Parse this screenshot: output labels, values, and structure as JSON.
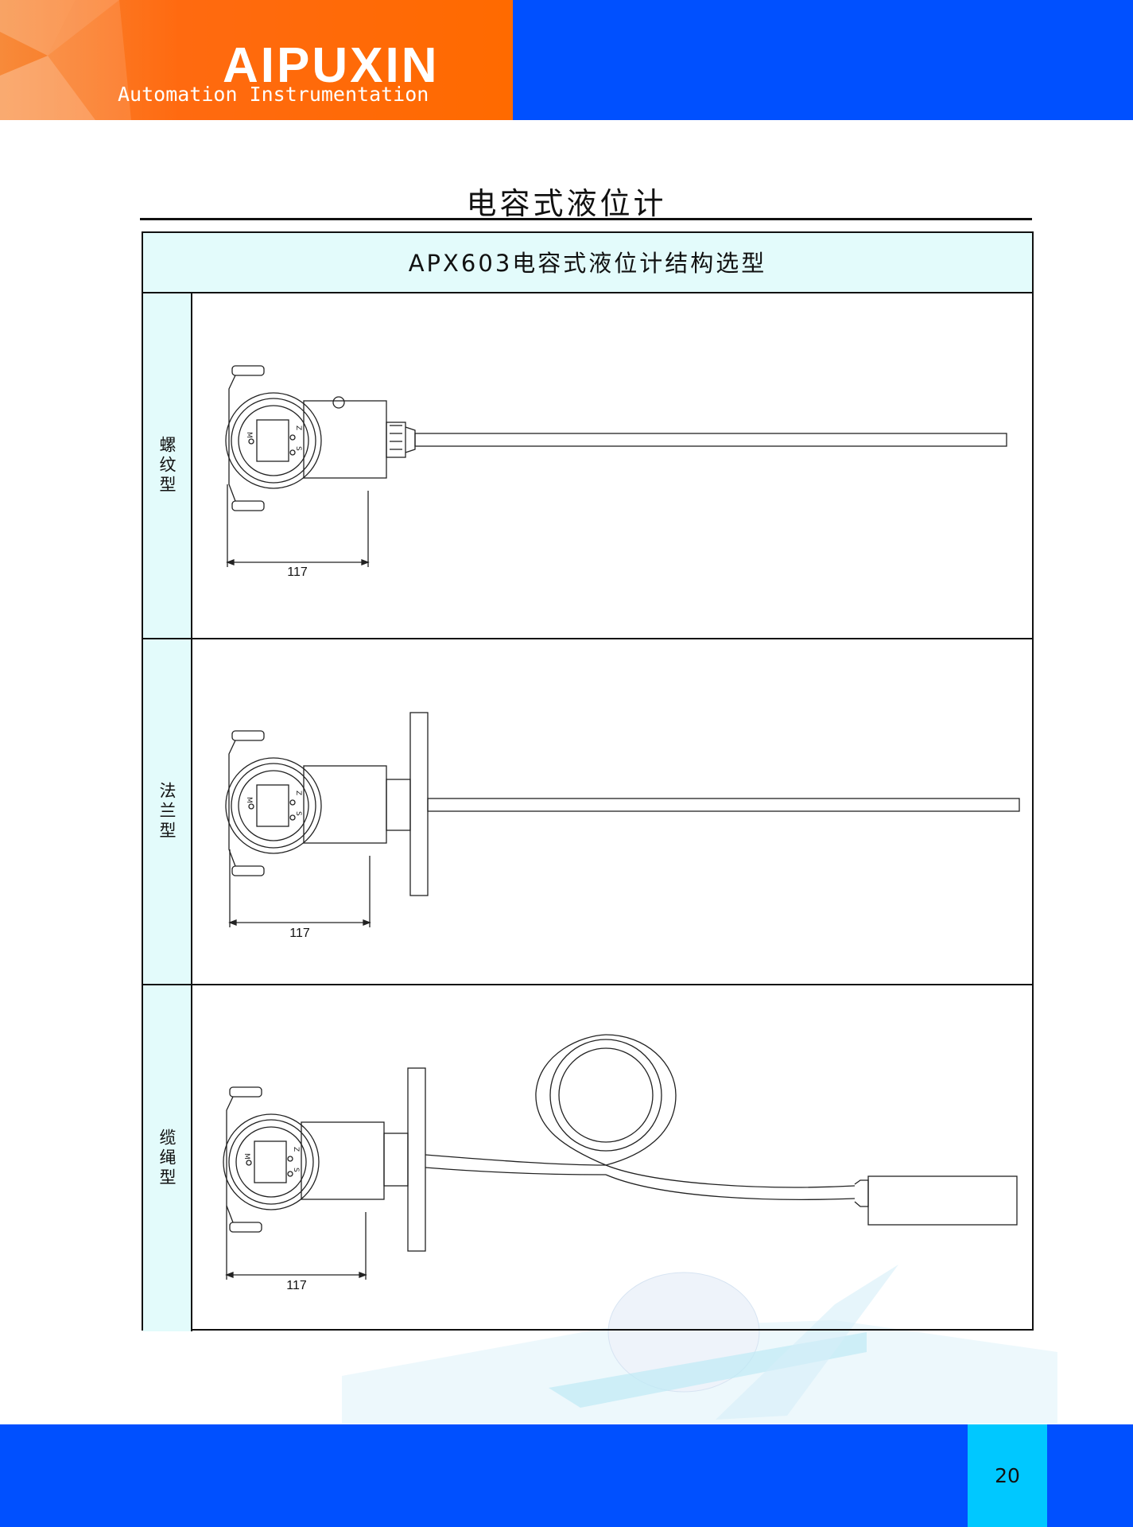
{
  "header": {
    "brand": "AIPUXIN",
    "tagline": "Automation Instrumentation",
    "brand_color": "#ff6a00",
    "bar_color": "#0050ff"
  },
  "page_title": "电容式液位计",
  "table": {
    "heading": "APX603电容式液位计结构选型",
    "header_fill": "#e3fbfb",
    "rows": [
      {
        "label": "螺纹型",
        "dimension": "117"
      },
      {
        "label": "法兰型",
        "dimension": "117"
      },
      {
        "label": "缆绳型",
        "dimension": "117"
      }
    ]
  },
  "transmitter_marks": {
    "m": "M",
    "z": "Z",
    "s": "S"
  },
  "footer": {
    "page_number": "20",
    "accent": "#00c8ff"
  }
}
